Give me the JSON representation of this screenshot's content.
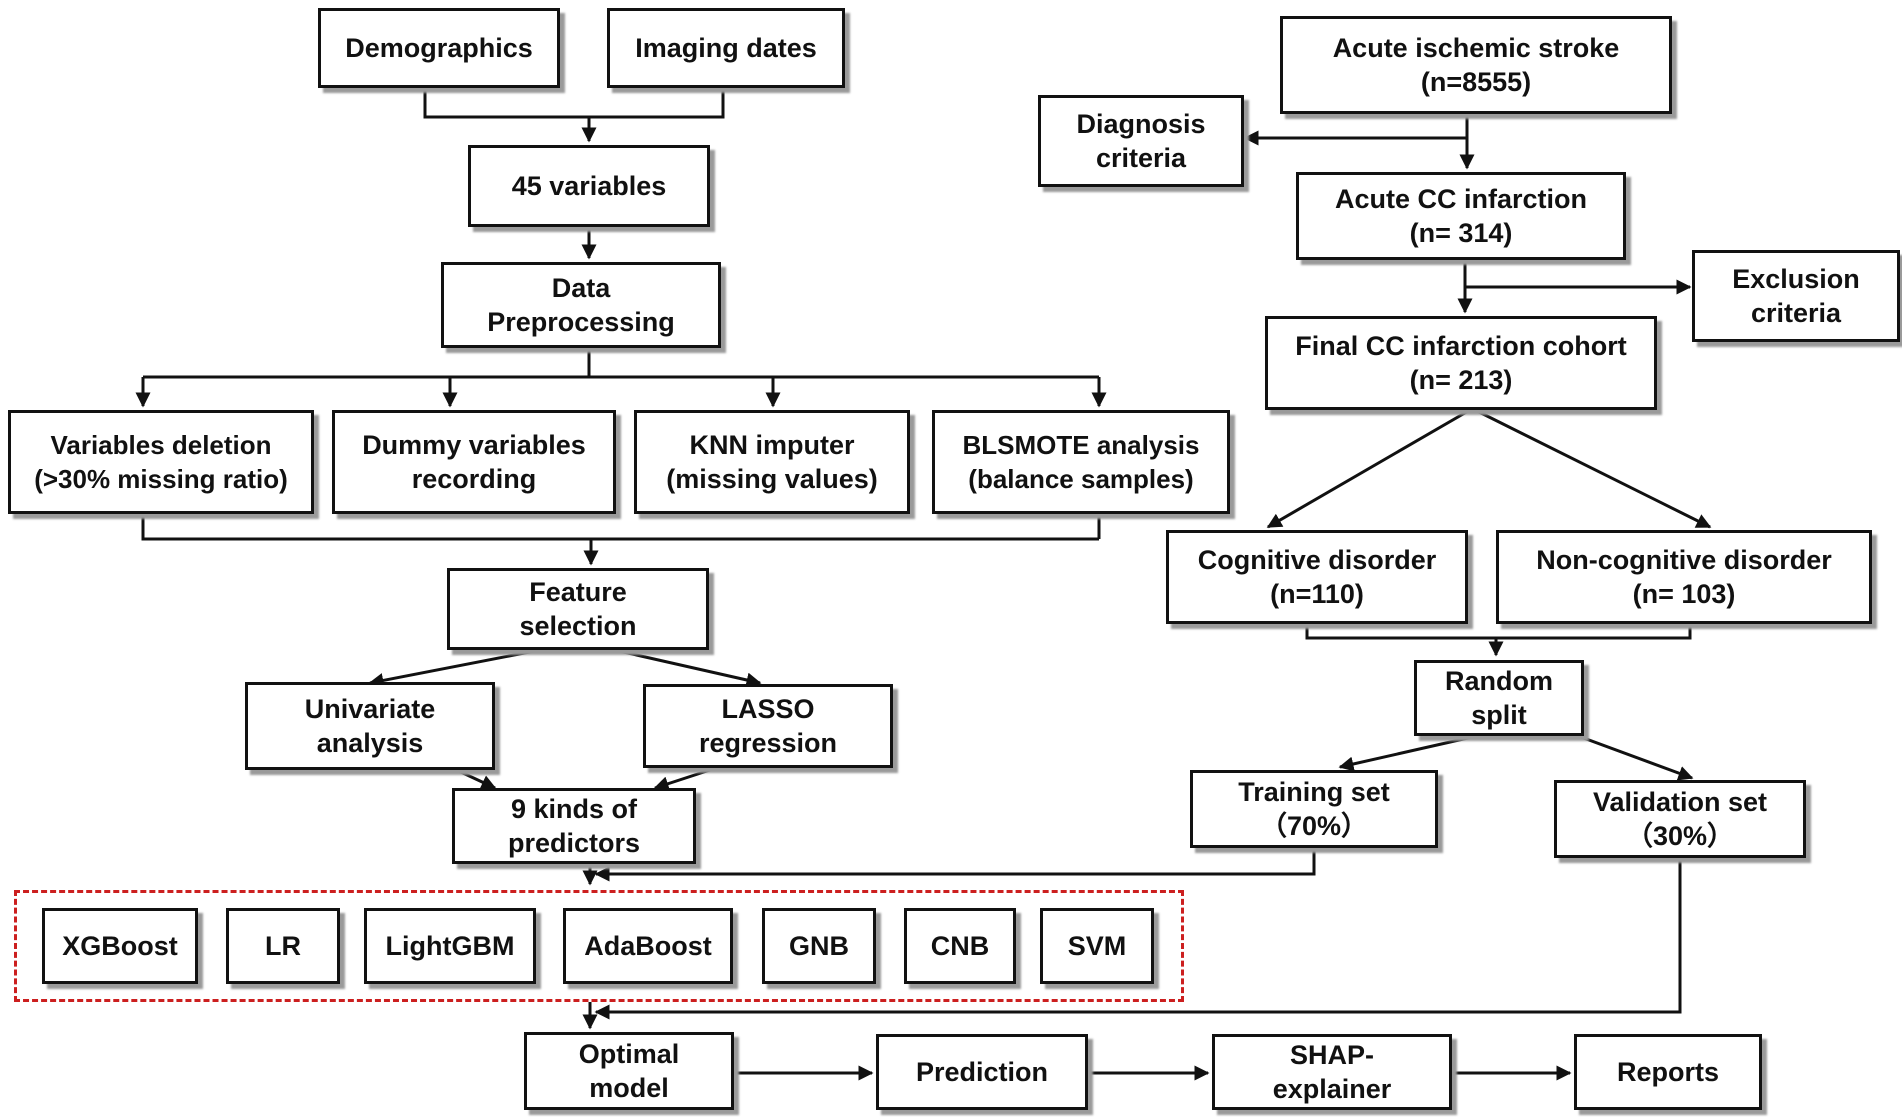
{
  "colors": {
    "line": "#111111",
    "box_border": "#111111",
    "shadow": "#9a9a9a",
    "model_group_border": "#cc1f1f"
  },
  "left_flow": {
    "demographics": "Demographics",
    "imaging_dates": "Imaging dates",
    "variables": "45 variables",
    "preprocessing": [
      "Data",
      "Preprocessing"
    ],
    "variables_deletion": [
      "Variables deletion",
      "(>30% missing ratio)"
    ],
    "dummy_variables": [
      "Dummy variables",
      "recording"
    ],
    "knn_imputer": [
      "KNN imputer",
      "(missing values)"
    ],
    "blsmote": [
      "BLSMOTE analysis",
      "(balance  samples)"
    ],
    "feature_selection": [
      "Feature",
      "selection"
    ],
    "univariate": [
      "Univariate",
      "analysis"
    ],
    "lasso": [
      "LASSO",
      "regression"
    ],
    "predictors": [
      "9 kinds of",
      "predictors"
    ]
  },
  "right_flow": {
    "acute_stroke": [
      "Acute ischemic stroke",
      "(n=8555)"
    ],
    "diagnosis_criteria": [
      "Diagnosis",
      "criteria"
    ],
    "acute_cc": [
      "Acute CC infarction",
      "(n= 314)"
    ],
    "exclusion_criteria": [
      "Exclusion",
      "criteria"
    ],
    "final_cohort": [
      "Final CC infarction cohort",
      "(n= 213)"
    ],
    "cognitive": [
      "Cognitive disorder",
      "(n=110)"
    ],
    "non_cognitive": [
      "Non-cognitive disorder",
      "(n= 103)"
    ],
    "random_split": [
      "Random",
      "split"
    ],
    "training": [
      "Training set",
      "（70%）"
    ],
    "validation": [
      "Validation set",
      "（30%）"
    ]
  },
  "models": [
    "XGBoost",
    "LR",
    "LightGBM",
    "AdaBoost",
    "GNB",
    "CNB",
    "SVM"
  ],
  "bottom_flow": {
    "optimal_model": [
      "Optimal",
      "model"
    ],
    "prediction": "Prediction",
    "shap": [
      "SHAP-",
      "explainer"
    ],
    "reports": "Reports"
  }
}
